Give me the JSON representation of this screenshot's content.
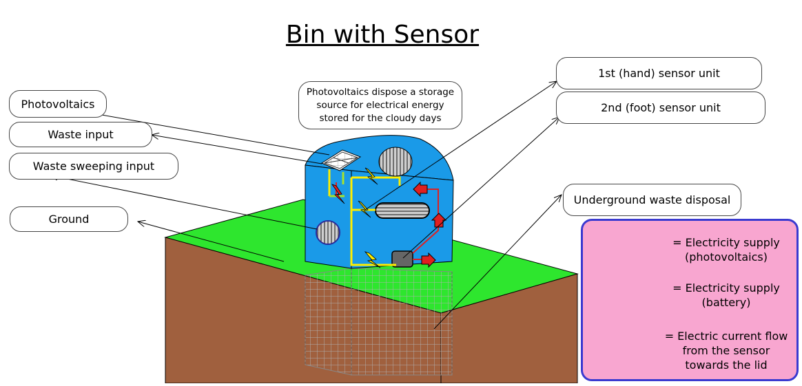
{
  "title": "Bin with Sensor",
  "note": {
    "line1": "Photovoltaics dispose a storage",
    "line2": "source for electrical energy",
    "line3": "stored for the cloudy days"
  },
  "labels": {
    "photovoltaics": "Photovoltaics",
    "waste_input": "Waste input",
    "waste_sweeping_input": "Waste sweeping input",
    "ground": "Ground",
    "sensor1": "1st (hand) sensor unit",
    "sensor2": "2nd (foot) sensor unit",
    "underground": "Underground waste disposal"
  },
  "legend": {
    "pv_line1": "= Electricity supply",
    "pv_line2": "(photovoltaics)",
    "battery_line1": "= Electricity supply",
    "battery_line2": "(battery)",
    "flow_line1": "= Electric current flow",
    "flow_line2": "from the sensor",
    "flow_line3": "towards the lid"
  },
  "colors": {
    "ground_top": "#2ee62e",
    "soil": "#a0603e",
    "bin": "#1a9ae8",
    "pv_wire": "#ffee00",
    "battery_wire": "#a6e22e",
    "flow": "#e02020",
    "legend_bg": "#f8a6d0",
    "legend_border": "#3a3ad0"
  }
}
